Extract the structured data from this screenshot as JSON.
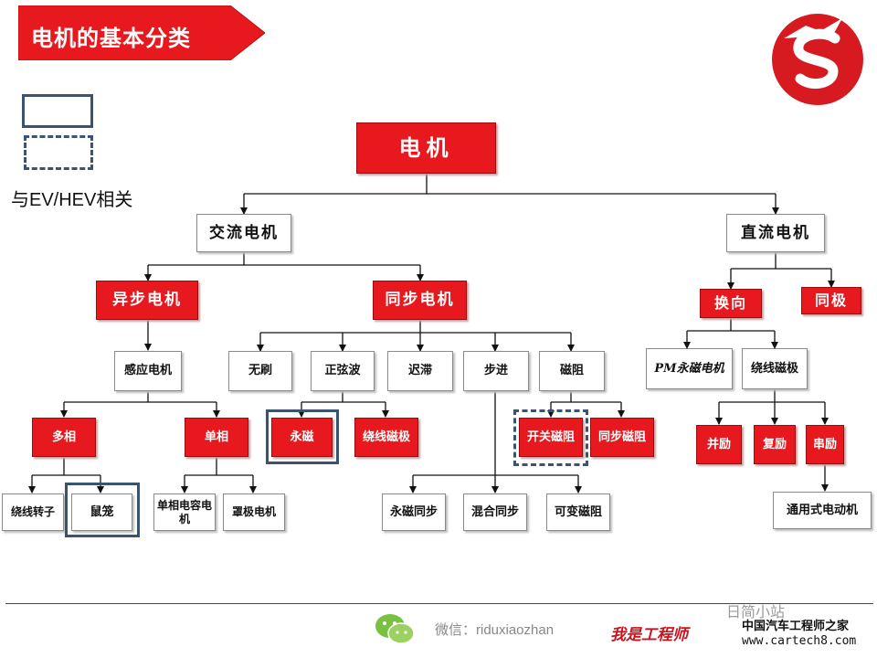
{
  "header": {
    "title": "电机的基本分类"
  },
  "legend": {
    "label": "与EV/HEV相关"
  },
  "colors": {
    "red": "#e8191e",
    "frame": "#3a546f",
    "brand": "#c8141c"
  },
  "tree": {
    "root": "电机",
    "ac": "交流电机",
    "dc": "直流电机",
    "async": "异步电机",
    "sync": "同步电机",
    "commutator": "换向",
    "homopolar": "同极",
    "induction": "感应电机",
    "brushless": "无刷",
    "sinewave": "正弦波",
    "hysteresis": "迟滞",
    "stepper": "步进",
    "reluctance": "磁阻",
    "pm_magnet": "PM永磁电机",
    "wound_field": "绕线磁极",
    "polyphase": "多相",
    "single_phase": "单相",
    "permanent_magnet": "永磁",
    "wound_pole": "绕线磁极",
    "switched_reluctance": "开关磁阻",
    "sync_reluctance": "同步磁阻",
    "shunt": "并励",
    "compound": "复励",
    "series": "串励",
    "wound_rotor": "绕线转子",
    "squirrel_cage": "鼠笼",
    "cap_motor": "单相电容电机",
    "shaded_pole": "罩极电机",
    "pm_sync": "永磁同步",
    "hybrid_sync": "混合同步",
    "variable_reluctance": "可变磁阻",
    "universal": "通用式电动机"
  },
  "footer": {
    "wechat": "微信：riduxiaozhan",
    "slogan": "我是工程师",
    "watermark_top": "日简小站",
    "watermark_site_cn": "中国汽车工程师之家",
    "watermark_url": "www.cartech8.com"
  }
}
